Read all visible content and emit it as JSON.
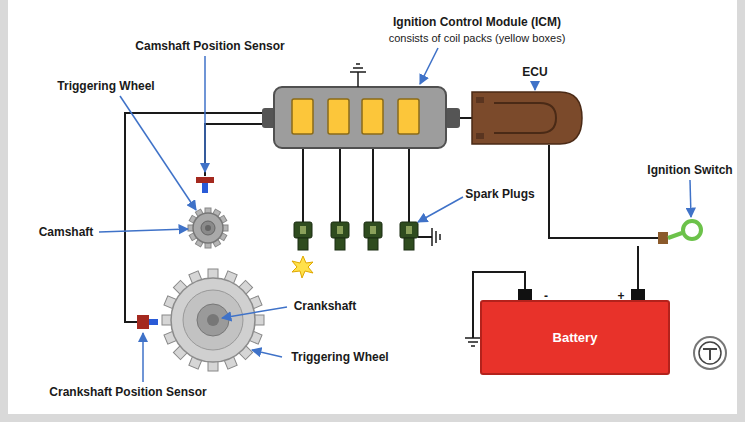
{
  "diagram": {
    "nodes": [
      {
        "text": [
          "Battery"
        ]
      }
    ],
    "labels": [
      "Ignition Control Module (ICM)",
      "consists of coil packs (yellow boxes)",
      "Camshaft Position Sensor",
      "Triggering Wheel",
      "ECU",
      "Ignition Switch",
      "Camshaft",
      "Spark Plugs",
      "Crankshaft",
      "Triggering Wheel",
      "Crankshaft Position Sensor",
      "-",
      "+"
    ]
  }
}
